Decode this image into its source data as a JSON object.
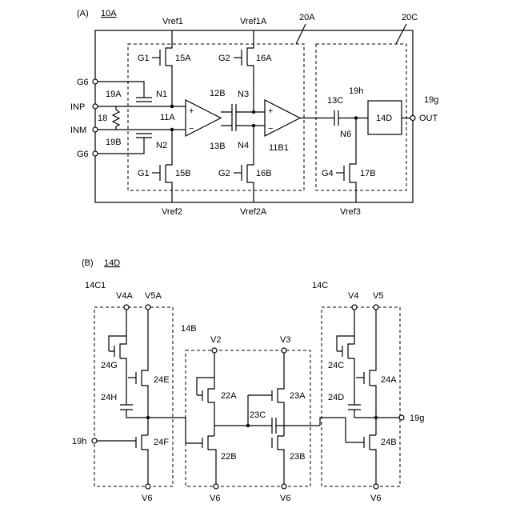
{
  "part_a": {
    "label": "(A)",
    "ref": "10A",
    "terminals": {
      "vref1": "Vref1",
      "vref1a": "Vref1A",
      "vref2": "Vref2",
      "vref2a": "Vref2A",
      "vref3": "Vref3",
      "inp": "INP",
      "inm": "INM",
      "g6_top": "G6",
      "g6_bottom": "G6",
      "out": "OUT"
    },
    "blocks": {
      "b20a": "20A",
      "b20c": "20C",
      "b14d": "14D"
    },
    "transistors": {
      "t15a": "15A",
      "t16a": "16A",
      "t15b": "15B",
      "t16b": "16B",
      "t17b": "17B",
      "t19a": "19A",
      "t19b": "19B"
    },
    "gates": {
      "g1a": "G1",
      "g2a": "G2",
      "g1b": "G1",
      "g2b": "G2",
      "g4": "G4"
    },
    "nodes": {
      "n1": "N1",
      "n2": "N2",
      "n3": "N3",
      "n4": "N4",
      "n6": "N6"
    },
    "components": {
      "r18": "18",
      "amp11a": "11A",
      "amp11b1": "11B1",
      "c12b": "12B",
      "c13b": "13B",
      "c13c": "13C",
      "w19h": "19h",
      "w19g": "19g"
    },
    "amp_signs": {
      "plus": "+",
      "minus": "−"
    }
  },
  "part_b": {
    "label": "(B)",
    "ref": "14D",
    "blocks": {
      "b14c1": "14C1",
      "b14b": "14B",
      "b14c": "14C"
    },
    "supplies": {
      "v4a": "V4A",
      "v5a": "V5A",
      "v2": "V2",
      "v3": "V3",
      "v4": "V4",
      "v5": "V5",
      "v6_left": "V6",
      "v6_mid1": "V6",
      "v6_mid2": "V6",
      "v6_right": "V6"
    },
    "transistors": {
      "t24g": "24G",
      "t24e": "24E",
      "t24f": "24F",
      "t22a": "22A",
      "t23a": "23A",
      "t22b": "22B",
      "t23b": "23B",
      "t24c": "24C",
      "t24a": "24A",
      "t24b": "24B"
    },
    "capacitors": {
      "c24h": "24H",
      "c23c": "23C",
      "c24d": "24D"
    },
    "pins": {
      "p19h": "19h",
      "p19g": "19g"
    }
  }
}
